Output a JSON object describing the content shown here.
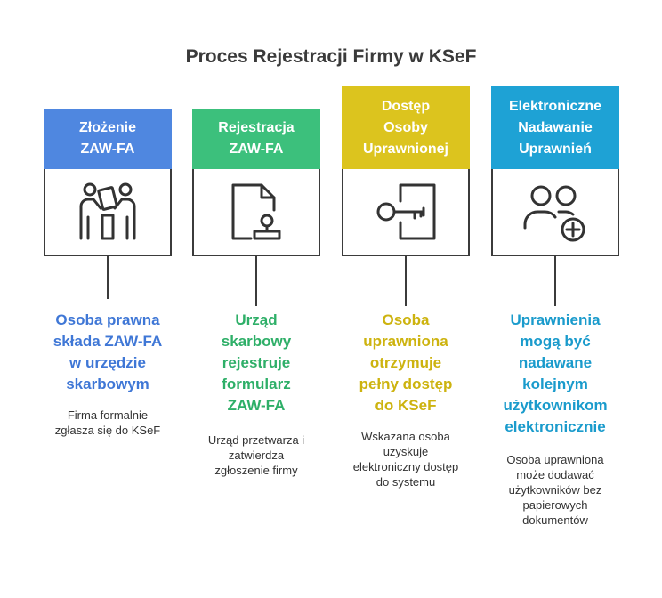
{
  "title": "Proces Rejestracji Firmy w KSeF",
  "colors": {
    "step1": "#4f87e0",
    "step2": "#3cc07c",
    "step3": "#dcc41e",
    "step4": "#1ea2d5",
    "step1_text": "#3f77d6",
    "step2_text": "#2eaf68",
    "step3_text": "#cdb30f",
    "step4_text": "#1a9bcc"
  },
  "steps": [
    {
      "header": "Złożenie\nZAW-FA",
      "icon": "people-exchanging-document-icon",
      "heading": "Osoba prawna\nskłada ZAW-FA\nw urzędzie\nskarbowym",
      "description": "Firma formalnie\nzgłasza się do KSeF"
    },
    {
      "header": "Rejestracja\nZAW-FA",
      "icon": "document-stamp-icon",
      "heading": "Urząd\nskarbowy\nrejestruje\nformularz\nZAW-FA",
      "description": "Urząd przetwarza i\nzatwierdza\nzgłoszenie firmy"
    },
    {
      "header": "Dostęp\nOsoby\nUprawnionej",
      "icon": "key-door-icon",
      "heading": "Osoba\nuprawniona\notrzymuje\npełny dostęp\ndo KSeF",
      "description": "Wskazana osoba\nuzyskuje\nelektroniczny dostęp\ndo systemu"
    },
    {
      "header": "Elektroniczne\nNadawanie\nUprawnień",
      "icon": "add-users-icon",
      "heading": "Uprawnienia\nmogą być\nnadawane\nkolejnym\nużytkownikom\nelektronicznie",
      "description": "Osoba uprawniona\nmoże dodawać\nużytkowników bez\npapierowych\ndokumentów"
    }
  ]
}
